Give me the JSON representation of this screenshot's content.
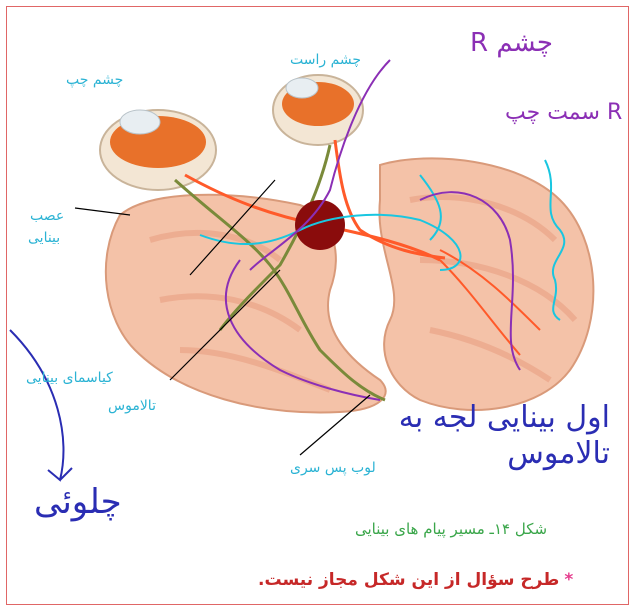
{
  "labels": {
    "left_eye": "چشم چپ",
    "right_eye": "چشم راست",
    "optic_nerve_line1": "عصب",
    "optic_nerve_line2": "بینایی",
    "optic_chiasm": "کیاسمای بینایی",
    "thalamus": "تالاموس",
    "occipital_lobe": "لوب پس سری"
  },
  "caption": "شکل ۱۴ـ مسیر پیام های بینایی",
  "warning_star": "*",
  "warning": "طرح سؤال از این شکل مجاز نیست.",
  "handwriting": {
    "note_top_right": "چشم R",
    "note_top_right_2": "R سمت چپ",
    "note_left": "چلوئی",
    "note_center": "اول بینایی لجه به تالاموس"
  },
  "colors": {
    "frame": "#e06666",
    "label_text": "#2bb3d4",
    "caption_text": "#3aa64a",
    "warning_text": "#c62828",
    "ink_purple": "#8b2fb5",
    "ink_blue": "#2a2db3",
    "ink_cyan": "#19c6e0",
    "pathway_orange": "#ff5a2a",
    "pathway_green": "#7a8a3a",
    "brain_tissue": "#f4c2a8",
    "dark_spot": "#8a0c0c"
  }
}
